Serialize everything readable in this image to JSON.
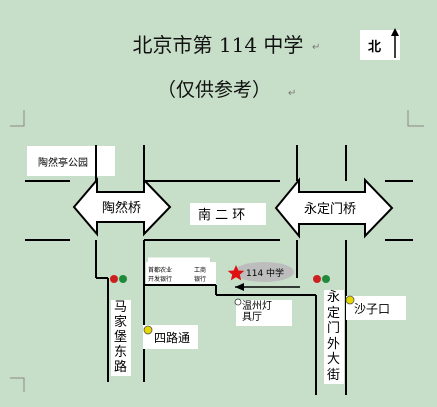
{
  "title": "北京市第 114 中学",
  "subtitle": "（仅供参考）",
  "paragraph_marks": [
    "↵",
    "↵"
  ],
  "north_label": "北",
  "places": {
    "taoranting_park": "陶然亭公园",
    "taoran_bridge": "陶然桥",
    "south_second_ring": "南 二 环",
    "yongdingmen_bridge": "永定门桥",
    "school": "114 中学",
    "bank_line1": "首都农业",
    "bank_line2": "工商",
    "bank_line3": "开发银行",
    "bank_line4": "银行",
    "wenzhou_restaurant": "温州灯\n具厅",
    "majiapu_east_road": "马\n家\n堡\n东\n路",
    "silutong": "四路通",
    "yongdingmenwai_street": "永\n定\n门\n外\n大\n街",
    "shazikou": "沙子口"
  },
  "colors": {
    "background": "#c7dfc8",
    "road": "#000000",
    "bridge_fill": "#ffffff",
    "traffic_red": "#cc2020",
    "traffic_green": "#1f8a3a",
    "star": "#dd1111",
    "stop_marker": "#e8d800",
    "school_ellipse": "#bdbdbd"
  },
  "icons": {
    "north_arrow": "north-arrow-icon",
    "school_marker": "red-star-icon",
    "traffic_light": "traffic-light-icon",
    "bus_stop": "yellow-circle-icon"
  }
}
